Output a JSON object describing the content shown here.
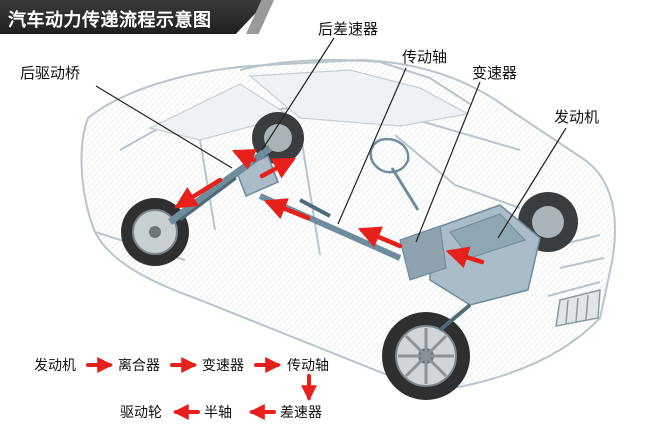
{
  "title": "汽车动力传递流程示意图",
  "colors": {
    "banner": "#2a2a2a",
    "arrow": "#e8201c",
    "line": "#222222",
    "car_outline": "#b9c4cc",
    "mechanics": "#6f8c9c"
  },
  "callouts": {
    "rear_axle": "后驱动桥",
    "rear_differential": "后差速器",
    "drive_shaft": "传动轴",
    "transmission": "变速器",
    "engine": "发动机"
  },
  "flow": {
    "row1": [
      "发动机",
      "离合器",
      "变速器",
      "传动轴"
    ],
    "row2": [
      "驱动轮",
      "半轴",
      "差速器"
    ]
  }
}
